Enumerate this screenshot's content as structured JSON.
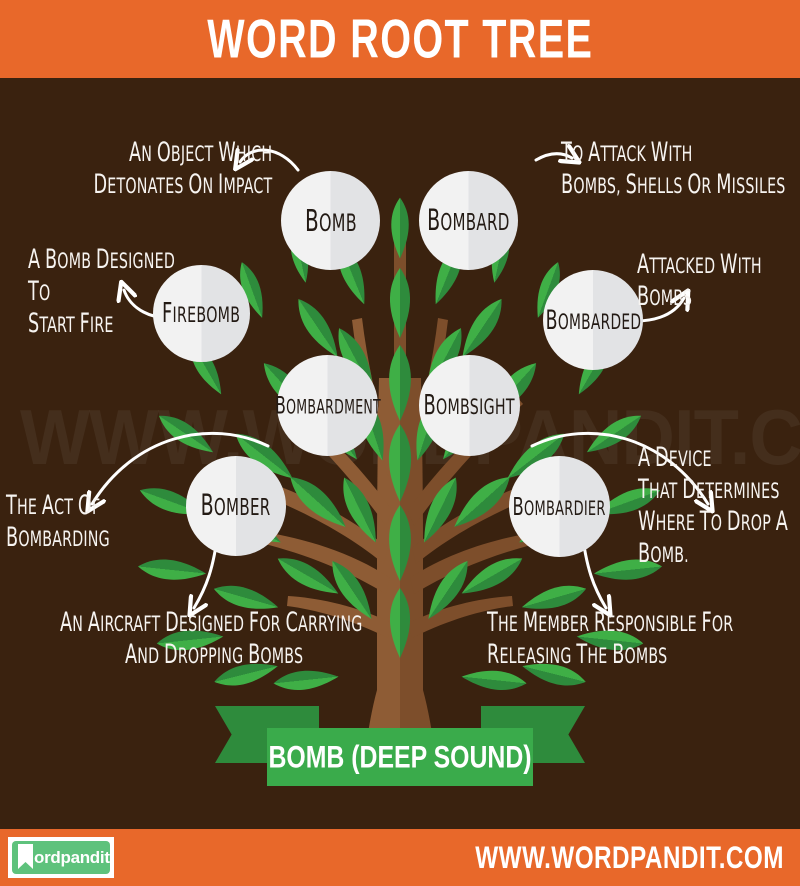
{
  "header": {
    "title": "WORD ROOT TREE"
  },
  "watermark": "WWW.WORDPANDIT.COM",
  "footer": {
    "logo_text": "ordpandit",
    "url": "WWW.WORDPANDIT.COM"
  },
  "ribbon": {
    "label": "BOMB (DEEP SOUND)"
  },
  "colors": {
    "header_orange": "#E8682A",
    "background_brown": "#3A220F",
    "trunk_brown": "#8B5A33",
    "trunk_brown_dark": "#7A4C2A",
    "leaf_green": "#3FAF46",
    "leaf_green_dark": "#2E8B3C",
    "ribbon_green": "#3AAB4B",
    "ribbon_green_dark": "#2E8B3C",
    "circle_light": "#F2F2F2",
    "circle_shade": "#E2E3E5",
    "text_white": "#F7F4F1",
    "circle_text": "#231A14",
    "logo_green": "#5EC27C"
  },
  "words": [
    {
      "id": "bomb",
      "label": "Bomb"
    },
    {
      "id": "bombard",
      "label": "Bombard"
    },
    {
      "id": "firebomb",
      "label": "Firebomb"
    },
    {
      "id": "bombarded",
      "label": "Bombarded"
    },
    {
      "id": "bombardment",
      "label": "Bombardment"
    },
    {
      "id": "bombsight",
      "label": "Bombsight"
    },
    {
      "id": "bomber",
      "label": "Bomber"
    },
    {
      "id": "bombardier",
      "label": "Bombardier"
    }
  ],
  "definitions": [
    {
      "id": "bomb-def",
      "for": "bomb",
      "lines": [
        "An object which",
        "detonates on impact"
      ]
    },
    {
      "id": "bombard-def",
      "for": "bombard",
      "lines": [
        "To attack with",
        "bombs, shells or missiles"
      ]
    },
    {
      "id": "firebomb-def",
      "for": "firebomb",
      "lines": [
        "A bomb designed",
        "to",
        "start fire"
      ]
    },
    {
      "id": "bombarded-def",
      "for": "bombarded",
      "lines": [
        "Attacked with",
        "bombs"
      ]
    },
    {
      "id": "bombardment-def",
      "for": "bombardment",
      "lines": [
        "The act of",
        "bombarding"
      ]
    },
    {
      "id": "bombsight-def",
      "for": "bombsight",
      "lines": [
        "A device",
        "that determines",
        "where to drop a",
        "bomb."
      ]
    },
    {
      "id": "bomber-def",
      "for": "bomber",
      "lines": [
        "An aircraft designed for carrying",
        "and dropping bombs"
      ]
    },
    {
      "id": "bombardier-def",
      "for": "bombardier",
      "lines": [
        "The member responsible for",
        "releasing the bombs"
      ]
    }
  ]
}
